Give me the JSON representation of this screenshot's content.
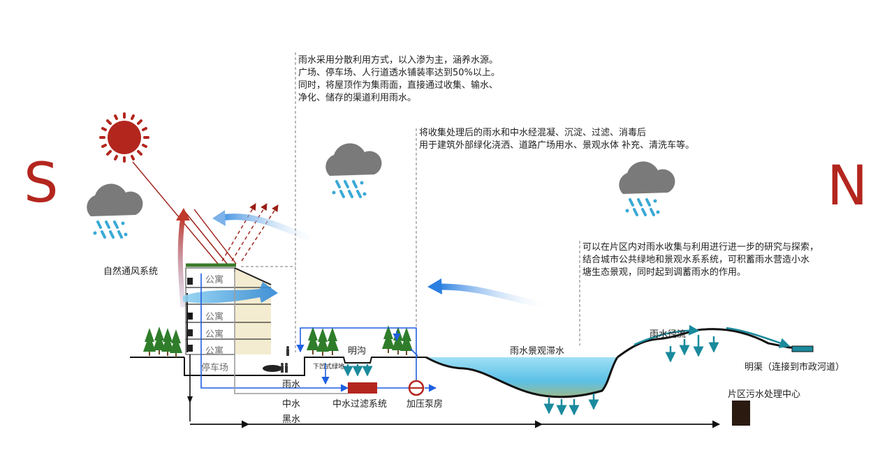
{
  "directions": {
    "south": "S",
    "north": "N"
  },
  "notes": {
    "rain_use": "雨水采用分散利用方式，以入渗为主，涵养水源。\n广场、停车场、人行道透水铺装率达到50%以上。\n同时，将屋顶作为集雨面，直接通过收集、输水、\n净化、储存的渠道利用雨水。",
    "reuse": "将收集处理后的雨水和中水经混凝、沉淀、过滤、消毒后\n用于建筑外部绿化浇洒、道路广场用水、景观水体  补充、清洗车等。",
    "research": "可以在片区内对雨水收集与利用进行进一步的研究与探索，\n结合城市公共绿地和景观水系系统，可积蓄雨水营造小水\n塘生态景观，同时起到调蓄雨水的作用。"
  },
  "labels": {
    "ventilation": "自然通风系统",
    "apartment": "公寓",
    "parking": "停车场",
    "sunken_green": "下凹式绿地",
    "open_ditch": "明沟",
    "rainwater": "雨水",
    "greywater": "中水",
    "blackwater": "黑水",
    "filter_system": "中水过滤系统",
    "pump_room": "加压泵房",
    "retention_pond": "雨水景观滞水",
    "runoff": "雨水径流",
    "canal": "明渠（连接到市政河道）",
    "sewage_center": "片区污水处理中心"
  },
  "icons": {
    "sun": "sun-icon",
    "cloud": "rain-cloud-icon",
    "tree": "tree-icon",
    "pump": "pump-icon"
  },
  "colors": {
    "accent_red": "#b3261e",
    "pipe_blue": "#1f5fe0",
    "water_blue": "#7fd1ee",
    "teal_arrow": "#1a8a9c",
    "cloud_gray": "#777777",
    "rain_blue": "#3aa9d6"
  }
}
